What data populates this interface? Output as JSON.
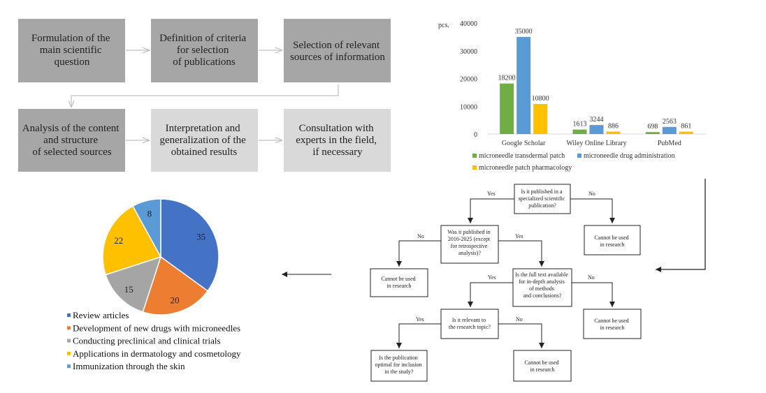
{
  "process_steps": [
    [
      "Formulation of the",
      "main scientific",
      "question"
    ],
    [
      "Definition of criteria",
      "for selection",
      "of publications"
    ],
    [
      "Selection of relevant",
      "sources of information"
    ],
    [
      "Analysis of the content",
      "and structure",
      "of selected sources"
    ],
    [
      "Interpretation and",
      "generalization of the",
      "obtained results"
    ],
    [
      "Consultation with",
      "experts in the field,",
      "if necessary"
    ]
  ],
  "chart_data": [
    {
      "type": "bar",
      "unit_label": "pcs.",
      "categories": [
        "Google Scholar",
        "Wiley Online Library",
        "PubMed"
      ],
      "ylim": [
        0,
        40000
      ],
      "yticks": [
        0,
        10000,
        20000,
        30000,
        40000
      ],
      "legend_position": "bottom",
      "series": [
        {
          "name": "microneedle transdermal patch",
          "color": "#70ad47",
          "values": [
            18200,
            1613,
            698
          ]
        },
        {
          "name": "microneedle drug administration",
          "color": "#5b9bd5",
          "values": [
            35000,
            3244,
            2563
          ]
        },
        {
          "name": "microneedle patch pharmacology",
          "color": "#ffc000",
          "values": [
            10800,
            886,
            861
          ]
        }
      ]
    },
    {
      "type": "pie",
      "legend_position": "bottom",
      "slices": [
        {
          "label": "Review articles",
          "value": 35,
          "color": "#4472c4"
        },
        {
          "label": "Development of new drugs with microneedles",
          "value": 20,
          "color": "#ed7d31"
        },
        {
          "label": "Conducting preclinical and clinical trials",
          "value": 15,
          "color": "#a5a5a5"
        },
        {
          "label": "Applications in dermatology and cosmetology",
          "value": 22,
          "color": "#ffc000"
        },
        {
          "label": "Immunization through the skin",
          "value": 8,
          "color": "#5b9bd5"
        }
      ]
    }
  ],
  "flowchart": {
    "q1": [
      "Is it published in a",
      "specialized scientific",
      "publication?"
    ],
    "q2": [
      "Was it published in",
      "2016-2025 (except",
      "for retrospective",
      "analysis)?"
    ],
    "q3": [
      "Is the full text available",
      "for in-depth analysis",
      "of methods",
      "and conclusions?"
    ],
    "q4": [
      "Is it relevant to",
      "the research topic?"
    ],
    "reject": [
      "Cannot be used",
      "in research"
    ],
    "final": [
      "Is the publication",
      "optimal for inclusion",
      "in the study?"
    ],
    "yes": "Yes",
    "no": "No"
  }
}
